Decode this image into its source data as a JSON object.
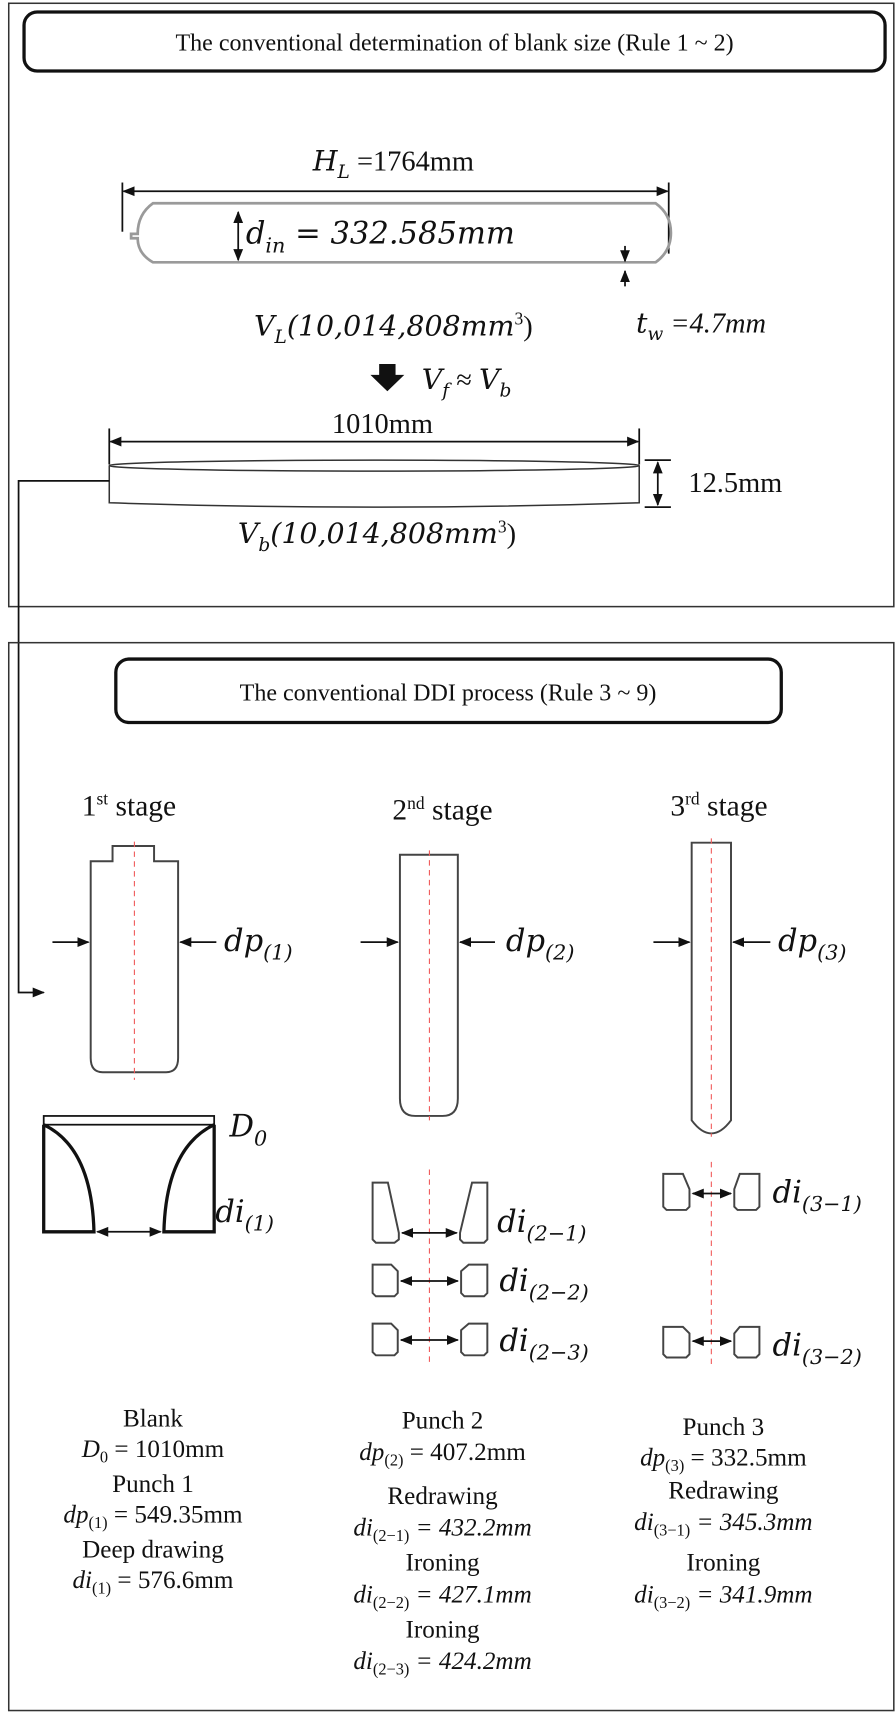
{
  "top": {
    "title": "The conventional determination of blank size (Rule 1 ~ 2)",
    "hl": {
      "base": "H",
      "sub": "L",
      "rest": " =1764mm"
    },
    "din": {
      "base": "d",
      "sub": "in",
      "rest": " = 332.585mm"
    },
    "vl": {
      "base": "V",
      "sub": "L",
      "rest": "(10,014,808mm",
      "sup": "3",
      "close": ")"
    },
    "tw": {
      "base": "t",
      "sub": "w",
      "rest": " =4.7mm"
    },
    "vf": {
      "a": "V",
      "asub": "f",
      "mid": " ≈ ",
      "b": "V",
      "bsub": "b"
    },
    "blank_width": "1010mm",
    "blank_thickness": "12.5mm",
    "vb": {
      "base": "V",
      "sub": "b",
      "rest": "(10,014,808mm",
      "sup": "3",
      "close": ")"
    }
  },
  "bottom": {
    "title": "The conventional DDI process (Rule 3 ~ 9)",
    "stages": [
      {
        "num": "1",
        "sup": "st",
        "word": " stage"
      },
      {
        "num": "2",
        "sup": "nd",
        "word": " stage"
      },
      {
        "num": "3",
        "sup": "rd",
        "word": " stage"
      }
    ],
    "punch_labels": [
      {
        "base": "dp",
        "sub": "(1)"
      },
      {
        "base": "dp",
        "sub": "(2)"
      },
      {
        "base": "dp",
        "sub": "(3)"
      }
    ],
    "d0": {
      "base": "D",
      "sub": "0"
    },
    "die_labels": {
      "d1": {
        "base": "di",
        "sub": "(1)"
      },
      "d21": {
        "base": "di",
        "sub": "(2−1)"
      },
      "d22": {
        "base": "di",
        "sub": "(2−2)"
      },
      "d23": {
        "base": "di",
        "sub": "(2−3)"
      },
      "d31": {
        "base": "di",
        "sub": "(3−1)"
      },
      "d32": {
        "base": "di",
        "sub": "(3−2)"
      }
    },
    "specs": [
      [
        {
          "title": "Blank",
          "base": "D",
          "sub": "0",
          "rest": " = 1010mm"
        },
        {
          "title": "Punch 1",
          "base": "dp",
          "sub": "(1)",
          "rest": " = 549.35mm"
        },
        {
          "title": "Deep drawing",
          "base": "di",
          "sub": "(1)",
          "rest": " = 576.6mm"
        }
      ],
      [
        {
          "title": "Punch 2",
          "base": "dp",
          "sub": "(2)",
          "rest": " = 407.2mm"
        },
        {
          "title": "Redrawing",
          "base": "di",
          "sub": "(2−1)",
          "rest": " = 432.2mm"
        },
        {
          "title": "Ironing",
          "base": "di",
          "sub": "(2−2)",
          "rest": " = 427.1mm"
        },
        {
          "title": "Ironing",
          "base": "di",
          "sub": "(2−3)",
          "rest": " = 424.2mm"
        }
      ],
      [
        {
          "title": "Punch 3",
          "base": "dp",
          "sub": "(3)",
          "rest": " = 332.5mm"
        },
        {
          "title": "Redrawing",
          "base": "di",
          "sub": "(3−1)",
          "rest": " = 345.3mm"
        },
        {
          "title": "Ironing",
          "base": "di",
          "sub": "(3−2)",
          "rest": " = 341.9mm"
        }
      ]
    ]
  }
}
